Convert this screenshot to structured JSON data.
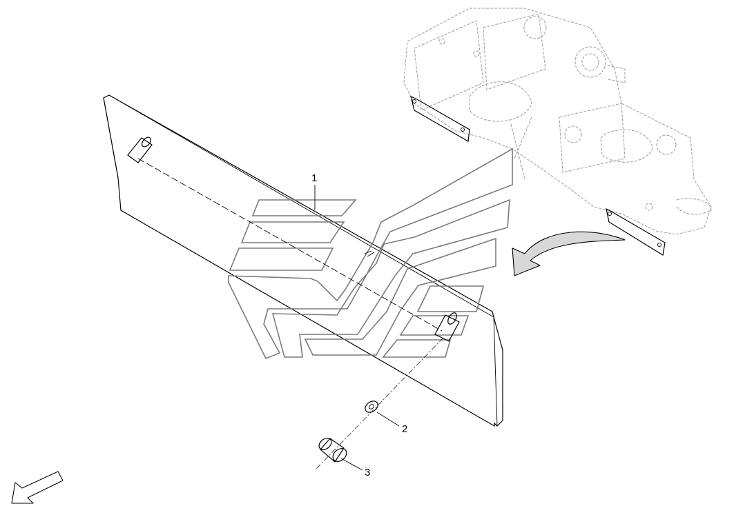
{
  "callouts": [
    {
      "id": "part-1",
      "label": "1"
    },
    {
      "id": "part-2",
      "label": "2"
    },
    {
      "id": "part-3",
      "label": "3"
    }
  ],
  "colors": {
    "line": "#000000",
    "logo_stroke": "#7a7a7a",
    "arrow_fill": "#d8d8d8",
    "ghost_assembly": "#9a9a9a"
  },
  "icons": {
    "orientation_arrow": "arrow-down-left-icon",
    "install_arrow": "curved-arrow-icon"
  }
}
